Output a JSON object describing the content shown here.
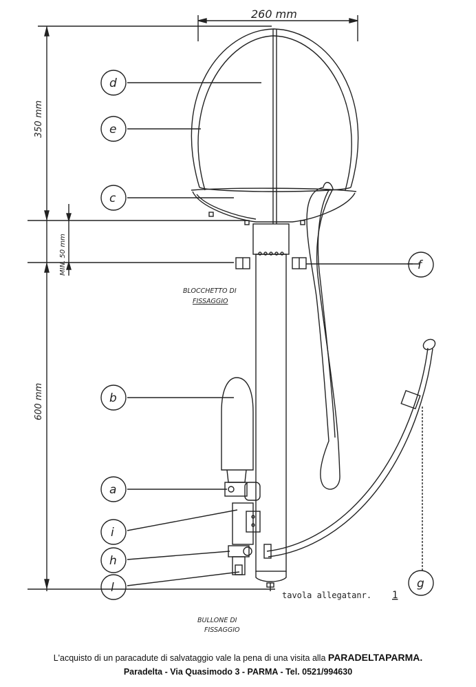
{
  "dimensions": {
    "width": "260 mm",
    "height_top": "350 mm",
    "height_min": "MIN. 50 mm",
    "height_bottom": "600 mm"
  },
  "callouts": {
    "a": "a",
    "b": "b",
    "c": "c",
    "d": "d",
    "e": "e",
    "f": "f",
    "g": "g",
    "h": "h",
    "i": "i",
    "l": "l"
  },
  "notes": {
    "blocchetto_line1": "BLOCCHETTO DI",
    "blocchetto_line2": "FISSAGGIO",
    "bullone_line1": "BULLONE DI",
    "bullone_line2": "FISSAGGIO",
    "tavola": "tavola allegatanr.",
    "tavola_number": "1"
  },
  "footer": {
    "line1_text": "L'acquisto di un paracadute di salvataggio vale la pena di una visita alla",
    "line1_brand": "PARADELTAPARMA.",
    "line2": "Paradelta - Via Quasimodo 3 - PARMA - Tel. 0521/994630"
  }
}
